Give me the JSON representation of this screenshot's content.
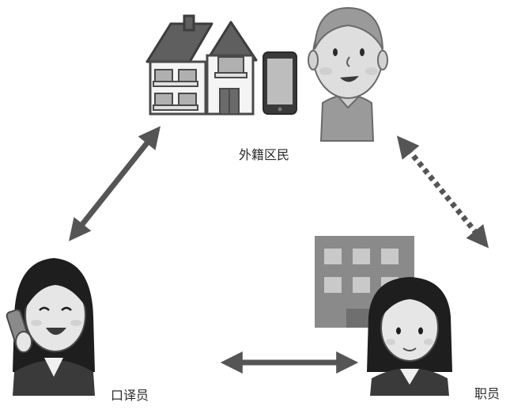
{
  "labels": {
    "resident": "外籍区民",
    "interpreter": "口译员",
    "staff": "职员"
  },
  "colors": {
    "arrow": "#555555",
    "outline": "#4a4a4a",
    "roof": "#5f5f5f",
    "wall": "#f4f4f4",
    "building": "#8a8a8a",
    "window": "#c9c9c9",
    "skin": "#e6e6e6",
    "hair_dark": "#1e1e1e",
    "suit": "#3a3a3a",
    "shirt": "#9a9a9a"
  },
  "icons": {
    "house": "house-icon",
    "smartphone": "smartphone-icon",
    "resident": "man-avatar-icon",
    "office_building": "office-building-icon",
    "interpreter": "woman-headset-avatar-icon",
    "staff": "woman-staff-avatar-icon"
  }
}
